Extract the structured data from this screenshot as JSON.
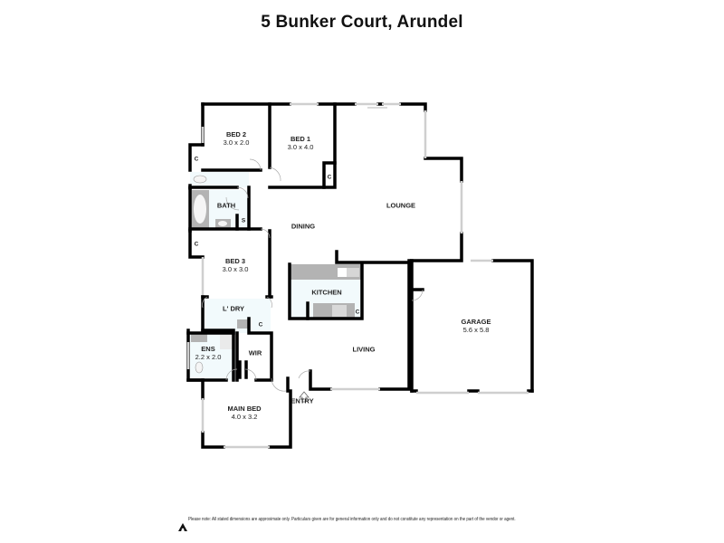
{
  "header": {
    "title": "5 Bunker Court, Arundel"
  },
  "rooms": {
    "bed2": {
      "name": "BED 2",
      "dim": "3.0 x 2.0"
    },
    "bed1": {
      "name": "BED 1",
      "dim": "3.0 x 4.0"
    },
    "lounge": {
      "name": "LOUNGE"
    },
    "bath": {
      "name": "BATH"
    },
    "dining": {
      "name": "DINING"
    },
    "bed3": {
      "name": "BED 3",
      "dim": "3.0 x 3.0"
    },
    "kitchen": {
      "name": "KITCHEN"
    },
    "laundry": {
      "name": "L' DRY"
    },
    "ensuite": {
      "name": "ENS",
      "dim": "2.2 x 2.0"
    },
    "wir": {
      "name": "WIR"
    },
    "living": {
      "name": "LIVING"
    },
    "garage": {
      "name": "GARAGE",
      "dim": "5.6 x 5.8"
    },
    "main_bed": {
      "name": "MAIN BED",
      "dim": "4.0 x 3.2"
    },
    "entry": {
      "name": "ENTRY"
    }
  },
  "small_labels": {
    "closet": "C",
    "shower": "S"
  },
  "footer": {
    "disclaimer": "Please note: All stated dimensions are approximate only. Particulars given are for general information only and do not constitute any representation on the part of the vendor or agent."
  },
  "colors": {
    "wall": "#000000",
    "window": "#d0d0d0",
    "wet_area": "#f2fafc",
    "fixture": "#b3b3b3"
  }
}
